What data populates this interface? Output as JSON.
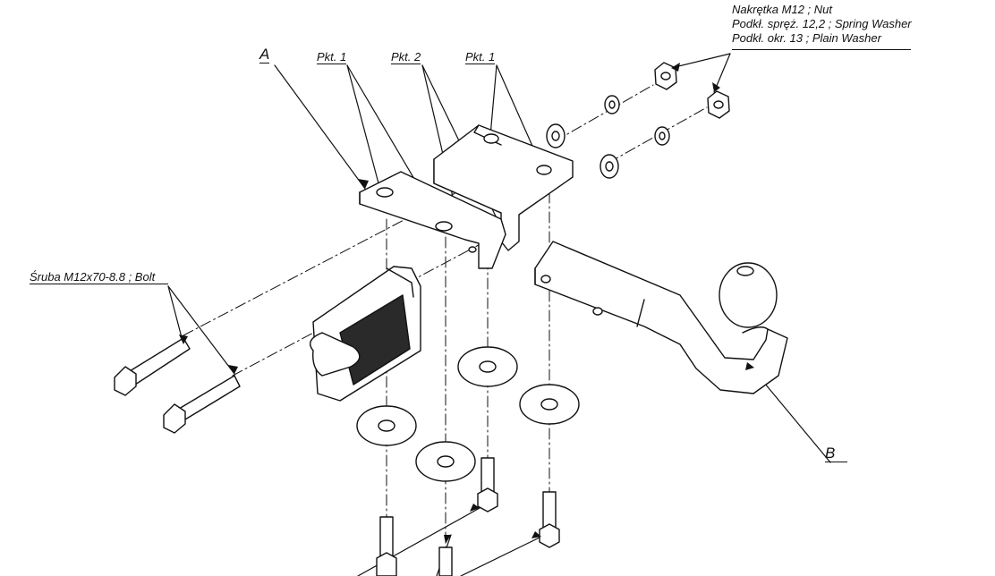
{
  "labels": {
    "part_a": "A",
    "part_b": "B",
    "pkt1_left": "Pkt. 1",
    "pkt2": "Pkt. 2",
    "pkt1_right": "Pkt. 1",
    "nut": "Nakrętka  M12 ; Nut",
    "spring_washer": "Podkł. spręż. 12,2 ; Spring Washer",
    "plain_washer": "Podkł. okr. 13 ; Plain Washer",
    "bolt": "Śruba M12x70-8.8   ;  Bolt"
  },
  "colors": {
    "line": "#111111",
    "fill": "#ffffff",
    "shade": "#e8e8e8",
    "plate": "#2a2a2a"
  }
}
